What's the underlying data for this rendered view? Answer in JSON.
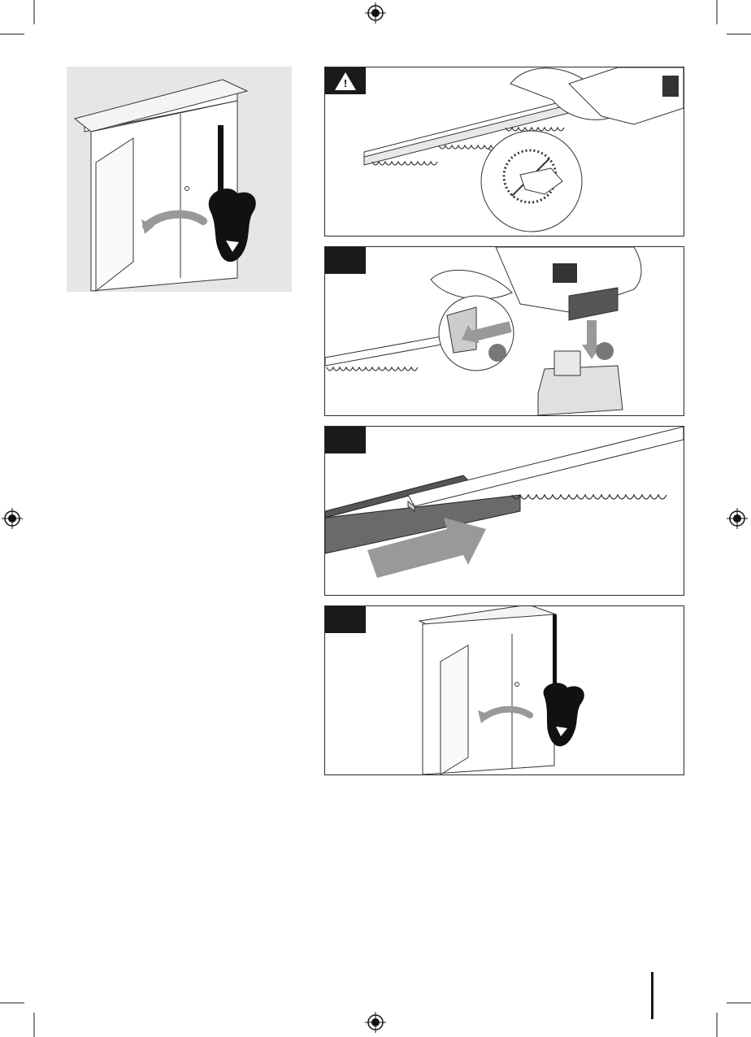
{
  "page": {
    "page_number": ""
  },
  "figures": [
    {
      "id": "cabinet-storage",
      "tag": ""
    },
    {
      "id": "warning-blade",
      "tag": "!"
    },
    {
      "id": "battery-removal",
      "tag": "",
      "steps": [
        "",
        ""
      ]
    },
    {
      "id": "blade-guard",
      "tag": ""
    },
    {
      "id": "cabinet-storage-2",
      "tag": ""
    }
  ]
}
